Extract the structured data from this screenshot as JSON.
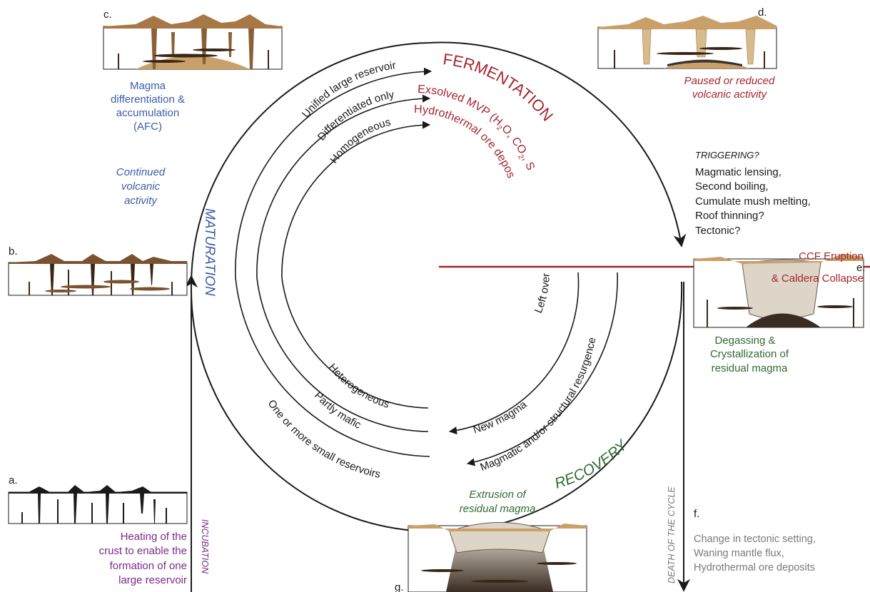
{
  "panels": {
    "a": {
      "letter": "a.",
      "caption": [
        "Heating of the",
        "crust to enable the",
        "formation of one",
        "large reservoir"
      ]
    },
    "b": {
      "letter": "b."
    },
    "c": {
      "letter": "c.",
      "caption": [
        "Magma",
        "differentiation &",
        "accumulation",
        "(AFC)"
      ]
    },
    "d": {
      "letter": "d.",
      "caption": [
        "Paused or reduced",
        "volcanic activity"
      ]
    },
    "e": {
      "letter": "e.",
      "caption": [
        "Degassing &",
        "Crystallization of",
        "residual magma"
      ]
    },
    "f": {
      "letter": "f.",
      "caption": [
        "Change in tectonic setting,",
        "Waning mantle flux,",
        "Hydrothermal ore deposits"
      ]
    },
    "g": {
      "letter": "g.",
      "caption": [
        "Extrusion of",
        "residual magma"
      ]
    }
  },
  "stages": {
    "incubation": "INCUBATION",
    "maturation": "MATURATION",
    "fermentation": "FERMENTATION",
    "recovery": "RECOVERY",
    "death": "DEATH OF THE CYCLE"
  },
  "continued": [
    "Continued",
    "volcanic",
    "activity"
  ],
  "fermentation_sub": {
    "line1": "Exsolved MVP (H",
    "sub1": "2",
    "mid1": "O, CO",
    "sub2": "2",
    "end1": ", S, Cl, etc.)",
    "line2": "Hydrothermal ore deposits?"
  },
  "triggering": {
    "title": "TRIGGERING?",
    "items": [
      "Magmatic lensing,",
      "Second boiling,",
      "Cumulate mush melting,",
      "Roof thinning?",
      "Tectonic?"
    ]
  },
  "eruption": [
    "CCF Eruption",
    "& Caldera Collapse"
  ],
  "arcs_left": [
    "Unified large reservoir",
    "Differentiated only",
    "Homogeneous"
  ],
  "arcs_bottom": [
    "One or more small reservoirs",
    "Partly mafic",
    "Heterogeneous"
  ],
  "arcs_right": [
    "Magmatic and/or structural resurgence",
    "Left over",
    "New magma"
  ],
  "colors": {
    "blue": "#3c5ba8",
    "red": "#a3262b",
    "green": "#2f6b2f",
    "purple": "#7b2a86",
    "grey": "#7a7a7a"
  }
}
